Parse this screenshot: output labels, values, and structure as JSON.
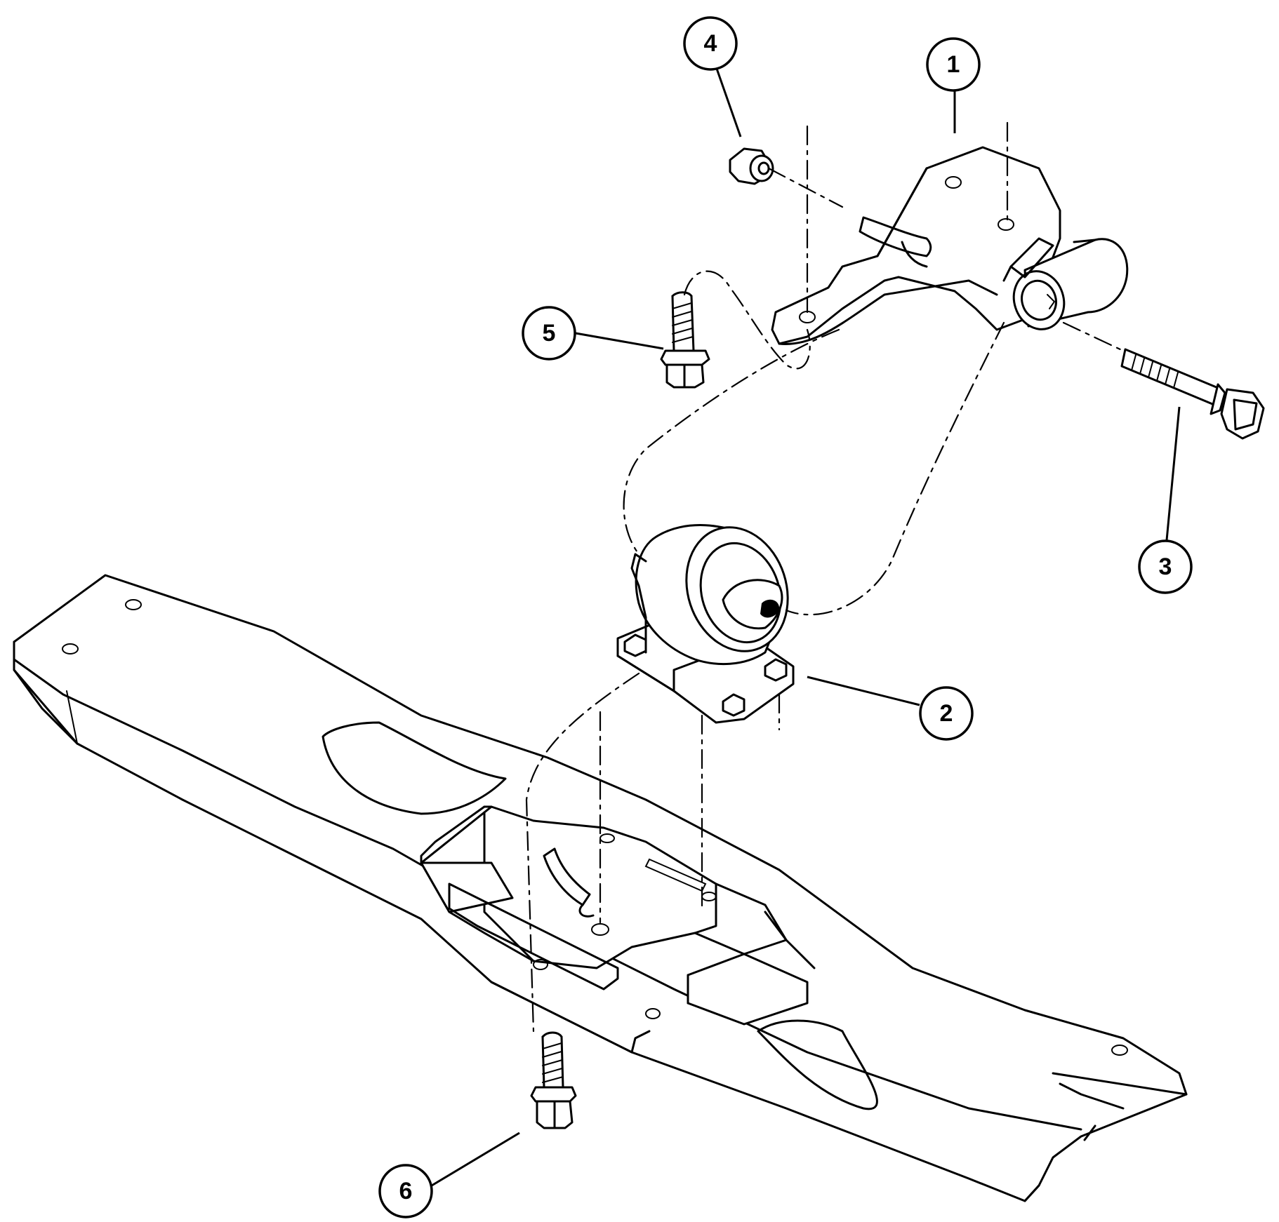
{
  "figure": {
    "callouts": [
      {
        "id": "c1",
        "label": "1",
        "part": "mount-bracket"
      },
      {
        "id": "c2",
        "label": "2",
        "part": "insulator"
      },
      {
        "id": "c3",
        "label": "3",
        "part": "through-bolt"
      },
      {
        "id": "c4",
        "label": "4",
        "part": "nut"
      },
      {
        "id": "c5",
        "label": "5",
        "part": "bracket-bolt"
      },
      {
        "id": "c6",
        "label": "6",
        "part": "crossmember-bolt"
      }
    ]
  }
}
